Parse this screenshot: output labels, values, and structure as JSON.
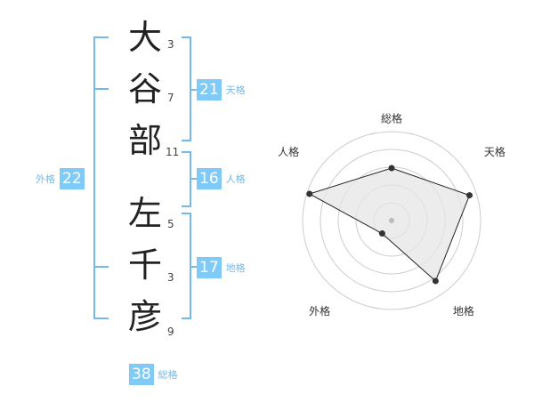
{
  "name": {
    "chars": [
      "大",
      "谷",
      "部",
      "左",
      "千",
      "彦"
    ],
    "strokes": [
      "3",
      "7",
      "11",
      "5",
      "3",
      "9"
    ]
  },
  "scores": {
    "tenkaku": {
      "value": "21",
      "label": "天格"
    },
    "jinkaku": {
      "value": "16",
      "label": "人格"
    },
    "chikaku": {
      "value": "17",
      "label": "地格"
    },
    "gaikaku": {
      "value": "22",
      "label": "外格"
    },
    "soukaku": {
      "value": "38",
      "label": "総格"
    }
  },
  "chart_data": {
    "type": "radar",
    "axes": [
      "総格",
      "天格",
      "地格",
      "外格",
      "人格"
    ],
    "values": [
      0.59,
      0.92,
      0.84,
      0.18,
      0.97
    ],
    "colors": {
      "fill": "#e6e6e6",
      "line": "#222222",
      "ring": "#cccccc",
      "dot": "#333333",
      "center": "#bbbbbb"
    }
  },
  "colors": {
    "bracket": "#74b9ea",
    "badge": "#7fcaf6"
  }
}
